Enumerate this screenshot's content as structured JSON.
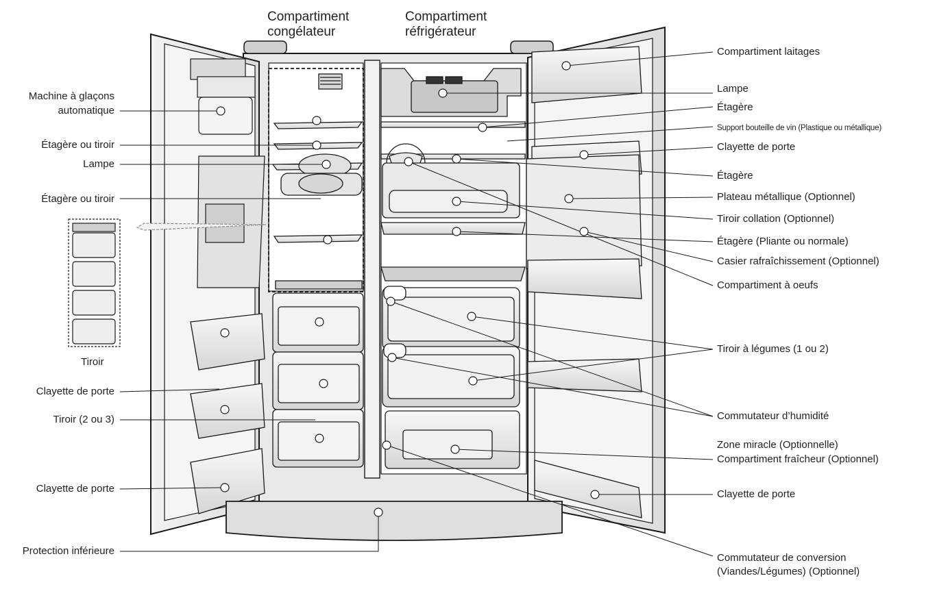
{
  "headers": {
    "freezer_line1": "Compartiment",
    "freezer_line2": "congélateur",
    "fridge_line1": "Compartiment",
    "fridge_line2": "réfrigérateur"
  },
  "left_labels": {
    "ice_maker_line1": "Machine à glaçons",
    "ice_maker_line2": "automatique",
    "shelf_or_drawer_1": "Étagère ou tiroir",
    "lamp": "Lampe",
    "shelf_or_drawer_2": "Étagère ou tiroir",
    "drawer_caption": "Tiroir",
    "door_bin_1": "Clayette de porte",
    "drawer_2_3": "Tiroir (2 ou 3)",
    "door_bin_2": "Clayette de porte",
    "bottom_guard": "Protection inférieure"
  },
  "right_labels": {
    "dairy": "Compartiment laitages",
    "lamp": "Lampe",
    "shelf_1": "Étagère",
    "wine_rack": "Support bouteille de vin (Plastique ou métallique)",
    "door_bin_1": "Clayette de porte",
    "shelf_2": "Étagère",
    "metal_tray": "Plateau métallique (Optionnel)",
    "snack_drawer": "Tiroir collation (Optionnel)",
    "folding_shelf": "Étagère (Pliante ou normale)",
    "refresh_bin": "Casier rafraîchissement (Optionnel)",
    "egg_box": "Compartiment à oeufs",
    "vegetable_drawer": "Tiroir à légumes (1 ou 2)",
    "humidity_switch": "Commutateur d’humidité",
    "miracle_zone": "Zone miracle (Optionnelle)",
    "fresh_compartment": "Compartiment fraîcheur (Optionnel)",
    "door_bin_2": "Clayette de porte",
    "conversion_line1": "Commutateur de conversion",
    "conversion_line2": "(Viandes/Légumes) (Optionnel)"
  },
  "colors": {
    "line": "#1a1a1a",
    "fill_light": "#ececec",
    "fill_mid": "#d4d4d4",
    "fill_dark": "#9a9a9a"
  }
}
